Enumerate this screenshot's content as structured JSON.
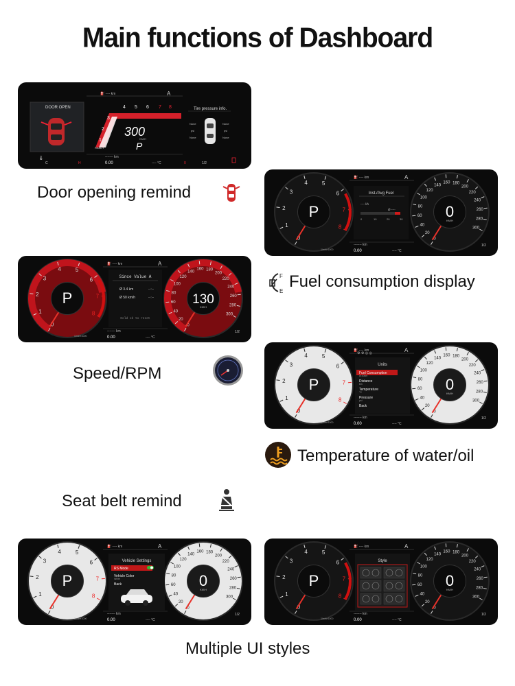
{
  "page": {
    "title": "Main functions of Dashboard"
  },
  "captions": {
    "door": "Door opening remind",
    "fuel": "Fuel consumption display",
    "speed": "Speed/RPM",
    "temp": "Temperature of water/oil",
    "seatbelt": "Seat belt remind",
    "styles": "Multiple UI styles"
  },
  "panel_common": {
    "top_km": "---- km",
    "trip_km": "------- km",
    "odo": "0.00",
    "temp_readout": "---- °C",
    "drive_mode": "A",
    "gear": "P",
    "speed_unit": "KM/H",
    "speed_value": "0",
    "rpm_unit": "1/min×1000",
    "half": "1/2"
  },
  "panel1": {
    "door_label": "DOOR OPEN",
    "tire_label": "Tire pressure info.",
    "speed": "300",
    "speed_unit": "KM/H",
    "gear": "P",
    "ready": "READY",
    "gear_ticks": [
      "1",
      "2",
      "3",
      "4",
      "5",
      "6",
      "7",
      "8"
    ],
    "tire_vals": [
      "None",
      "psi",
      "None",
      "None",
      "psi",
      "None"
    ],
    "status_left": "C",
    "status_right": "H",
    "odo": "0.00",
    "trip_km": "------- km",
    "temp_readout": "---- °C"
  },
  "panel2": {
    "info_title": "Inst./Avg Fuel",
    "fuel_axis": [
      "0",
      "10",
      "20",
      "30"
    ],
    "fuel_row1": "---- l/h",
    "fuel_row2": "Ø ----",
    "fuel_unit": "l/100"
  },
  "panel3": {
    "info_title": "Since Value A",
    "row1": "3.4 km",
    "row2": "50 km/h",
    "row3": "--:--",
    "row4": "--:--",
    "footer": "Hold ok to reset",
    "speed": "130"
  },
  "panel4": {
    "info_title": "Units",
    "items": [
      "Fuel Consumption",
      "Distance",
      "Temperature",
      "Pressure",
      "Back"
    ],
    "subs": [
      "l/100km",
      "km",
      "°C",
      "psi",
      ""
    ]
  },
  "panel5": {
    "info_title": "Vehicle Settings",
    "items": [
      "RS Mode",
      "Vehicle Color",
      "Back"
    ],
    "color_sub": "White"
  },
  "panel6": {
    "info_title": "Style"
  },
  "rpm_ticks": [
    "0",
    "1",
    "2",
    "3",
    "4",
    "5",
    "6",
    "7",
    "8"
  ],
  "speed_ticks": [
    "0",
    "20",
    "40",
    "60",
    "80",
    "100",
    "120",
    "140",
    "160",
    "180",
    "200",
    "220",
    "240",
    "260",
    "280",
    "300"
  ]
}
